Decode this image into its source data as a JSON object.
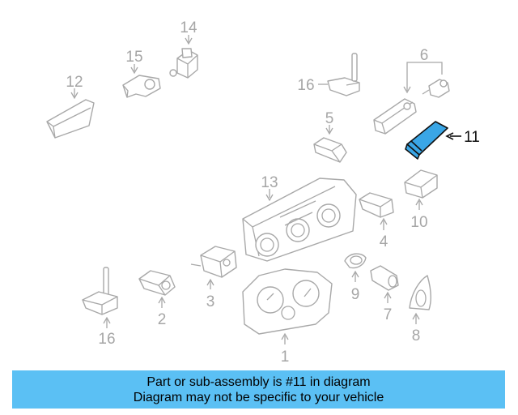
{
  "colors": {
    "banner_background": "#5bc0f4",
    "highlight_part": "#3aa6e6",
    "line": "#a8a8a8",
    "highlight_line": "#111111"
  },
  "callouts": {
    "c1": "1",
    "c2": "2",
    "c3": "3",
    "c4": "4",
    "c5": "5",
    "c6": "6",
    "c7": "7",
    "c8": "8",
    "c9": "9",
    "c10": "10",
    "c11": "11",
    "c12": "12",
    "c13": "13",
    "c14": "14",
    "c15": "15",
    "c16a": "16",
    "c16b": "16"
  },
  "banner": {
    "line1": "Part or sub-assembly is #11 in diagram",
    "line2": "Diagram may not be specific to your vehicle"
  }
}
